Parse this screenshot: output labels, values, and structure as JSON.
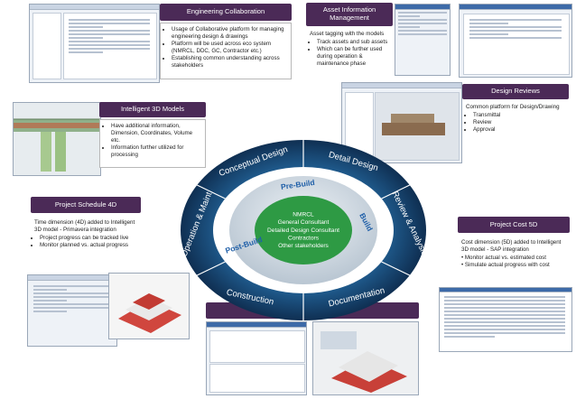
{
  "engineering_collaboration": {
    "title": "Engineering Collaboration",
    "bullets": [
      "Usage of Collaborative platform for managing engineering design & drawings",
      "Platform will be used across eco system (NMRCL, DDC, GC, Contractor etc.)",
      "Establishing common understanding across stakeholders"
    ]
  },
  "asset_information": {
    "title": "Asset Information Management",
    "bullets": [
      "Track assets and sub assets",
      "Which can be further used during operation & maintenance phase"
    ],
    "intro": "Asset tagging with the models"
  },
  "intelligent_3d": {
    "title": "Intelligent 3D Models",
    "bullets": [
      "Have additional information, Dimension, Coordinates, Volume etc.",
      "Information further utilized for processing"
    ]
  },
  "design_reviews": {
    "title": "Design Reviews",
    "intro": "Common platform for Design/Drawing",
    "bullets": [
      "Transmittal",
      "Review",
      "Approval"
    ]
  },
  "project_schedule": {
    "title": "Project Schedule 4D",
    "intro": "Time dimension (4D) added to Intelligent 3D model - Primavera integration",
    "bullets": [
      "Project progress can be tracked live",
      "Monitor planned vs. actual progress"
    ]
  },
  "project_cost": {
    "title": "Project Cost 5D",
    "intro": "Cost dimension (5D) added to Intelligent 3D model - SAP integration",
    "bullets": [
      "Monitor actual vs. estimated cost",
      "Simulate actual progress with cost"
    ]
  },
  "integrated_bim": {
    "title": "Integrated 5D BIM"
  },
  "lifecycle": {
    "outer": [
      "Conceptual Design",
      "Detail Design",
      "Review & Analysis",
      "Documentation",
      "Construction",
      "Operation & Maint."
    ],
    "inner": [
      "Pre-Build",
      "Build",
      "Post-Build"
    ],
    "center": [
      "NMRCL",
      "General Consultant",
      "Detailed Design Consultant",
      "Contractors",
      "Other stakeholders"
    ]
  },
  "colors": {
    "header": "#4b2a57",
    "ring_dark": "#123a62",
    "ring_mid": "#1f5a8c",
    "inner_ring": "#c7d2dc",
    "center": "#2e9a44",
    "inner_text": "#1f5fa8"
  }
}
